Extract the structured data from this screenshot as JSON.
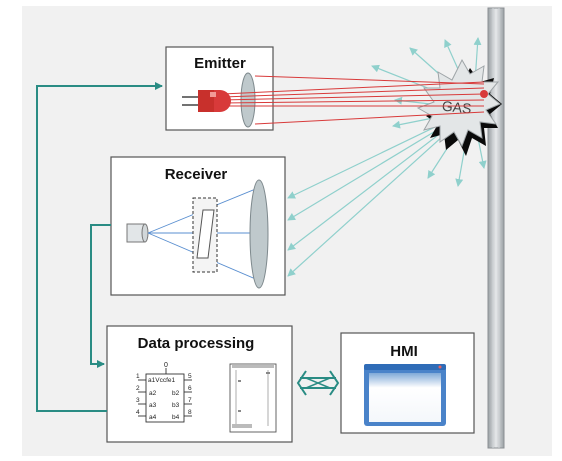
{
  "diagram": {
    "emitter_label": "Emitter",
    "receiver_label": "Receiver",
    "processing_label": "Data processing",
    "hmi_label": "HMI",
    "gas_label": "GAS",
    "chip_top_number": "0",
    "chip_header": "a1Vccfe1",
    "chip_pins_left": [
      "1",
      "2",
      "3",
      "4"
    ],
    "chip_pins_right": [
      "5",
      "6",
      "7",
      "8"
    ],
    "chip_signals_left": [
      "a2",
      "a3",
      "a4"
    ],
    "chip_signals_right": [
      "b2",
      "b3",
      "b4"
    ]
  },
  "colors": {
    "connector": "#2a8c84",
    "laser": "#d83a3a",
    "scatter": "#8fd0cc",
    "box_border": "#555555",
    "lens": "#bfc9cc"
  }
}
